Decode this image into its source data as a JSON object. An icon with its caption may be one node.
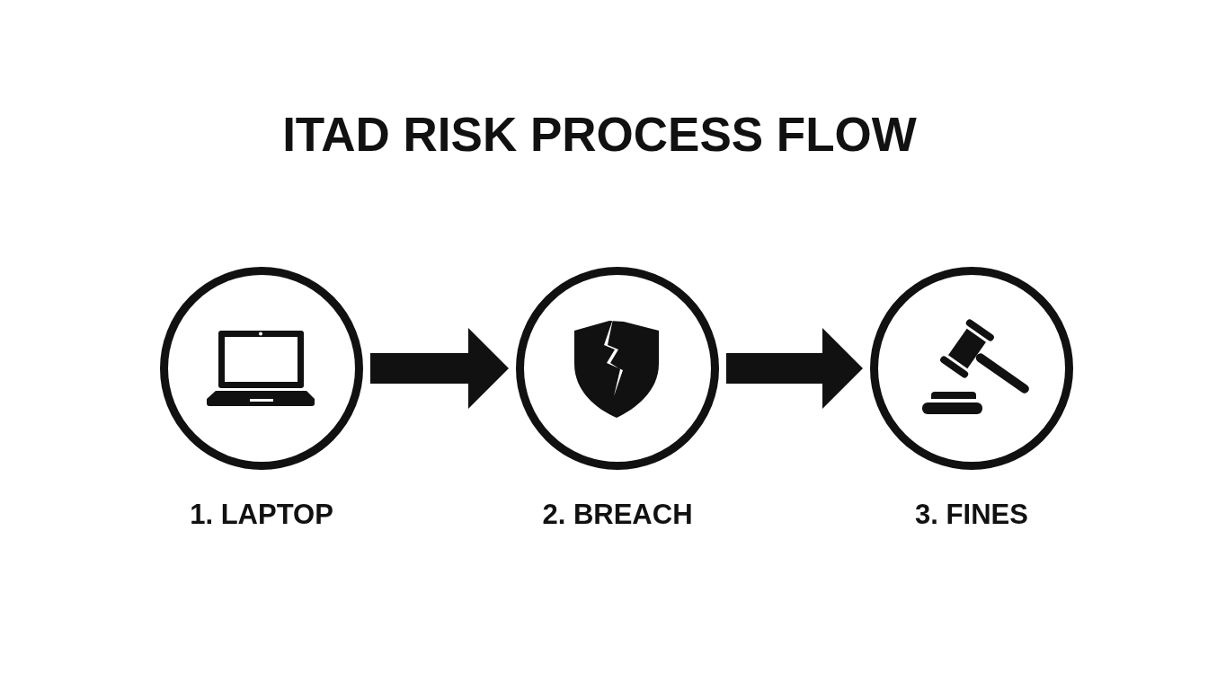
{
  "diagram": {
    "title": "ITAD RISK PROCESS FLOW",
    "nodes": [
      {
        "text": [
          "1. LAPTOP"
        ]
      },
      {
        "text": [
          "2. BREACH"
        ]
      },
      {
        "text": [
          "3. FINES"
        ]
      }
    ],
    "edges": [
      {
        "from": 0,
        "to": 1,
        "arrow": "to"
      },
      {
        "from": 1,
        "to": 2,
        "arrow": "to"
      }
    ]
  }
}
